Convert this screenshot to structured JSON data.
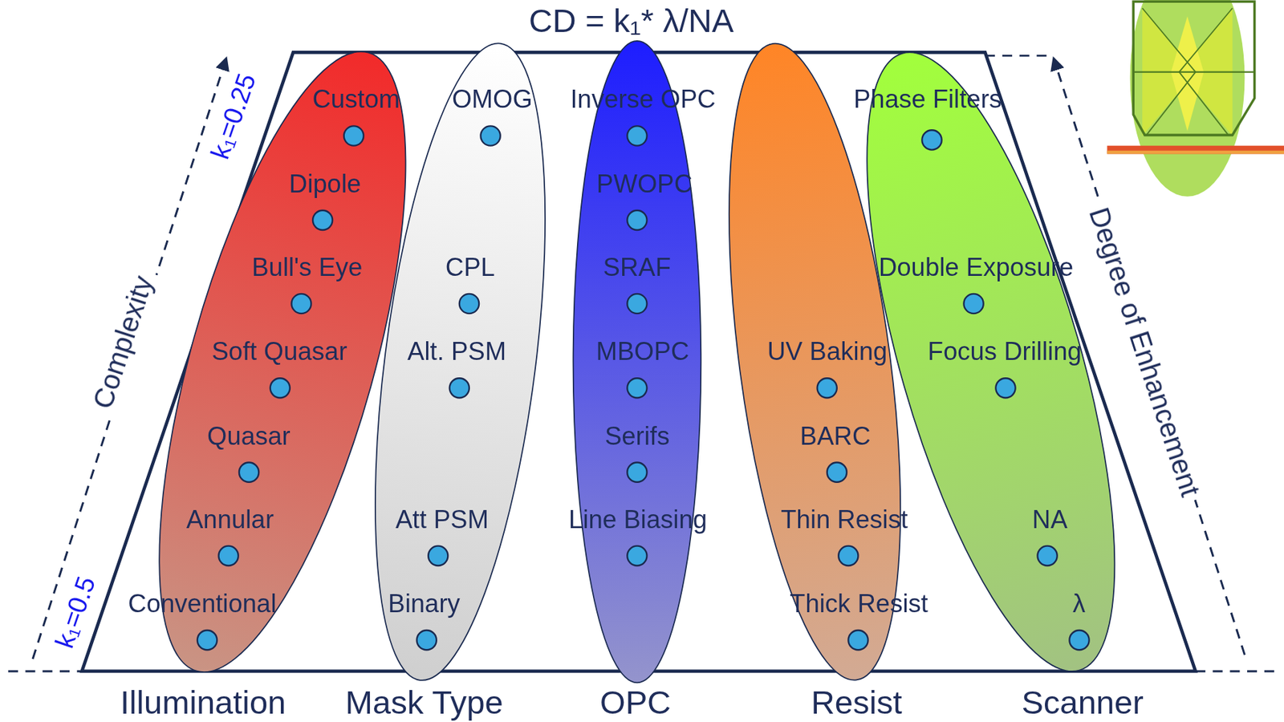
{
  "diagram": {
    "title": "CD = k₁* λ/NA",
    "nodes": [
      {
        "text": [
          "Illumination"
        ]
      },
      {
        "text": [
          "Custom"
        ],
        "in": 0
      },
      {
        "text": [
          "Dipole"
        ],
        "in": 0
      },
      {
        "text": [
          "Bull's Eye"
        ],
        "in": 0
      },
      {
        "text": [
          "Soft Quasar"
        ],
        "in": 0
      },
      {
        "text": [
          "Quasar"
        ],
        "in": 0
      },
      {
        "text": [
          "Annular"
        ],
        "in": 0
      },
      {
        "text": [
          "Conventional"
        ],
        "in": 0
      },
      {
        "text": [
          "Mask Type"
        ]
      },
      {
        "text": [
          "OMOG"
        ],
        "in": 8
      },
      {
        "text": [
          "CPL"
        ],
        "in": 8
      },
      {
        "text": [
          "Alt. PSM"
        ],
        "in": 8
      },
      {
        "text": [
          "Att PSM"
        ],
        "in": 8
      },
      {
        "text": [
          "Binary"
        ],
        "in": 8
      },
      {
        "text": [
          "OPC"
        ]
      },
      {
        "text": [
          "Inverse OPC"
        ],
        "in": 14
      },
      {
        "text": [
          "PWOPC"
        ],
        "in": 14
      },
      {
        "text": [
          "SRAF"
        ],
        "in": 14
      },
      {
        "text": [
          "MBOPC"
        ],
        "in": 14
      },
      {
        "text": [
          "Serifs"
        ],
        "in": 14
      },
      {
        "text": [
          "Line Biasing"
        ],
        "in": 14
      },
      {
        "text": [
          "Resist"
        ]
      },
      {
        "text": [
          "UV Baking"
        ],
        "in": 21
      },
      {
        "text": [
          "BARC"
        ],
        "in": 21
      },
      {
        "text": [
          "Thin Resist"
        ],
        "in": 21
      },
      {
        "text": [
          "Thick Resist"
        ],
        "in": 21
      },
      {
        "text": [
          "Scanner"
        ]
      },
      {
        "text": [
          "Phase Filters"
        ],
        "in": 26
      },
      {
        "text": [
          "Double Exposure"
        ],
        "in": 26
      },
      {
        "text": [
          "Focus Drilling"
        ],
        "in": 26
      },
      {
        "text": [
          "NA"
        ],
        "in": 26
      },
      {
        "text": [
          "λ"
        ],
        "in": 26
      }
    ],
    "labels": [
      "k₁=0.25",
      "k₁=0.5",
      "Complexity",
      "Degree of Enhancement"
    ]
  }
}
